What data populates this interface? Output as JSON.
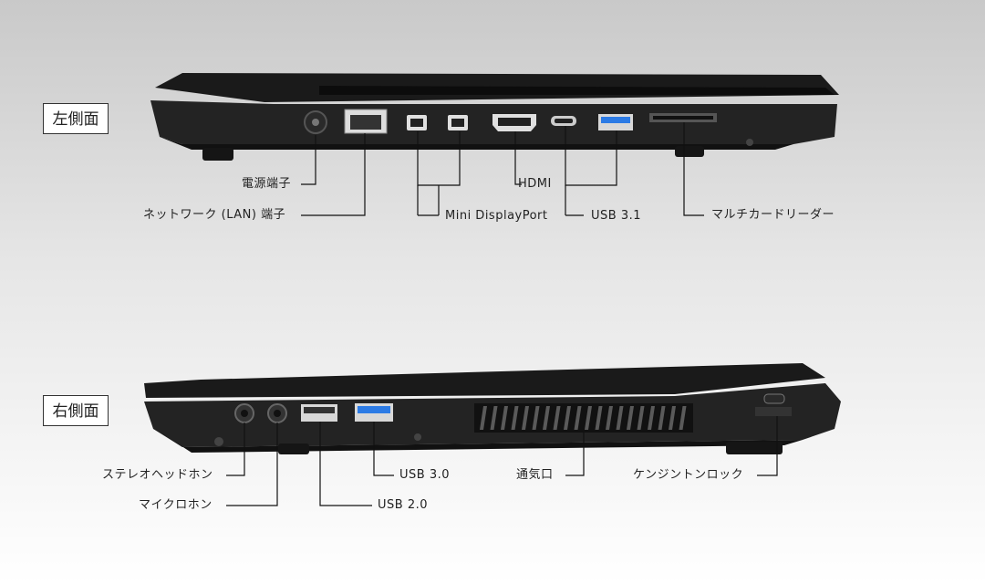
{
  "left_side": {
    "section_label": "左側面",
    "callouts": {
      "power": "電源端子",
      "lan": "ネットワーク (LAN) 端子",
      "mini_dp": "Mini DisplayPort",
      "hdmi": "HDMI",
      "usb31": "USB 3.1",
      "card_reader": "マルチカードリーダー"
    }
  },
  "right_side": {
    "section_label": "右側面",
    "callouts": {
      "headphone": "ステレオヘッドホン",
      "mic": "マイクロホン",
      "usb20": "USB 2.0",
      "usb30": "USB 3.0",
      "vent": "通気口",
      "kensington": "ケンジントンロック"
    }
  },
  "colors": {
    "body": "#1c1c1c",
    "edge": "#3a3a3a",
    "usb_blue": "#2c7be5",
    "line": "#111111"
  }
}
